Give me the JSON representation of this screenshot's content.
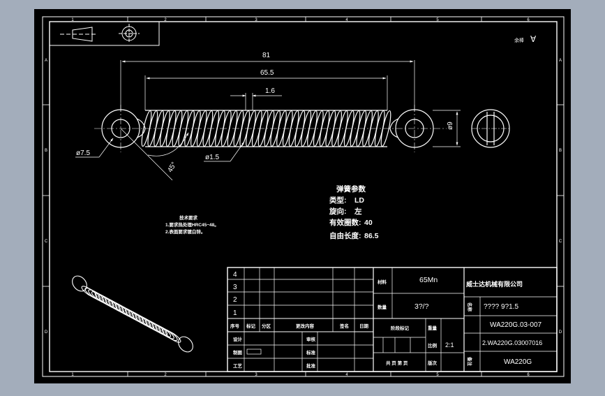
{
  "border": {
    "top_zones": [
      "1",
      "2",
      "3",
      "4",
      "5",
      "6"
    ],
    "bottom_zones": [
      "1",
      "2",
      "3",
      "4",
      "5",
      "6"
    ],
    "side_zones": [
      "A",
      "B",
      "C",
      "D"
    ]
  },
  "roughness": {
    "label": "余棒",
    "symbol": "∀"
  },
  "dimensions": {
    "overall_length": "81",
    "body_length": "65.5",
    "pitch": "1.6",
    "hook_diameter": "ø7.5",
    "outer_diameter": "ø9",
    "wire_diameter": "ø1.5",
    "angle": "45°"
  },
  "spring_params": {
    "title": "弹簧参数",
    "rows": [
      {
        "label": "类型:",
        "value": "LD"
      },
      {
        "label": "旋向:",
        "value": "左"
      },
      {
        "label": "有效圈数:",
        "value": "40"
      },
      {
        "label": "自由长度:",
        "value": "86.5"
      }
    ]
  },
  "tech_requirements": {
    "title": "技术要求",
    "lines": [
      "1.要求热处理HRC45~48。",
      "2.表面要求镀白锌。"
    ]
  },
  "title_block": {
    "revision_rows": [
      "4",
      "3",
      "2",
      "1"
    ],
    "header_cols": [
      "序号",
      "标记",
      "分区",
      "更改内容",
      "签名",
      "日期"
    ],
    "left_rows": [
      "设计",
      "制图",
      "工艺"
    ],
    "mid_rows": [
      "审核",
      "标准",
      "批准"
    ],
    "material_label": "材料",
    "material_value": "65Mn",
    "quantity_label": "数量",
    "quantity_value": "3?/?",
    "stage_label": "阶段标记",
    "weight_label": "重量",
    "scale_label": "比例",
    "scale_value": "2:1",
    "sheet_label": "共 页 第 页",
    "version_label": "版次",
    "company": "威士达机械有限公司",
    "name_label": "名称",
    "name_value": "???? 9?1.5",
    "drawing_no": "WA220G.03-007",
    "part_no": "2.WA220G.03007016",
    "code_label": "备注",
    "project": "WA220G"
  }
}
